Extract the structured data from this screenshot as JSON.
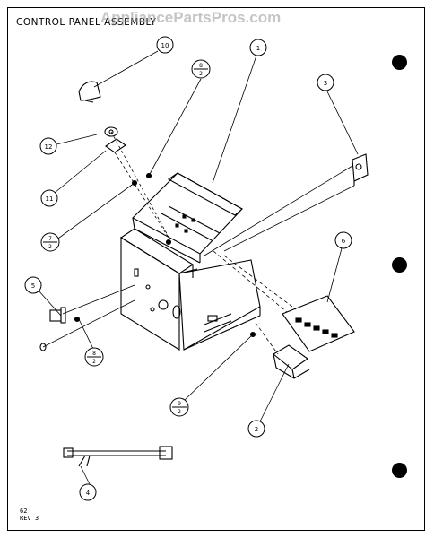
{
  "title": "CONTROL PANEL ASSEMBLY",
  "watermark": "AppliancePartsPros.com",
  "footer": {
    "line1": "62",
    "line2": "REV 3"
  },
  "callouts": {
    "c1": "1",
    "c2": "2",
    "c3": "3",
    "c4": "4",
    "c5": "5",
    "c6": "6",
    "c10": "10",
    "c11": "11",
    "c12": "12",
    "f7": {
      "num": "7",
      "den": "2"
    },
    "f8a": {
      "num": "8",
      "den": "2"
    },
    "f8b": {
      "num": "8",
      "den": "2"
    },
    "f9": {
      "num": "9",
      "den": "2"
    }
  }
}
